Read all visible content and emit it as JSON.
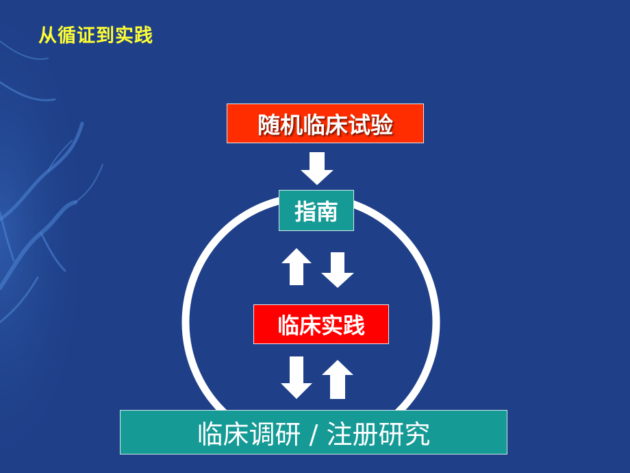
{
  "title": "从循证到实践",
  "boxes": {
    "trial": "随机临床试验",
    "guideline": "指南",
    "practice": "临床实践",
    "research": "临床调研 / 注册研究"
  },
  "colors": {
    "background": "#1f4089",
    "title": "#ffff33",
    "red_box": "#ff2d00",
    "teal_box": "#159a95",
    "circle": "#ffffff",
    "arrows": "#ffffff"
  },
  "icons": [
    "arrow-down-icon",
    "arrow-up-icon"
  ]
}
